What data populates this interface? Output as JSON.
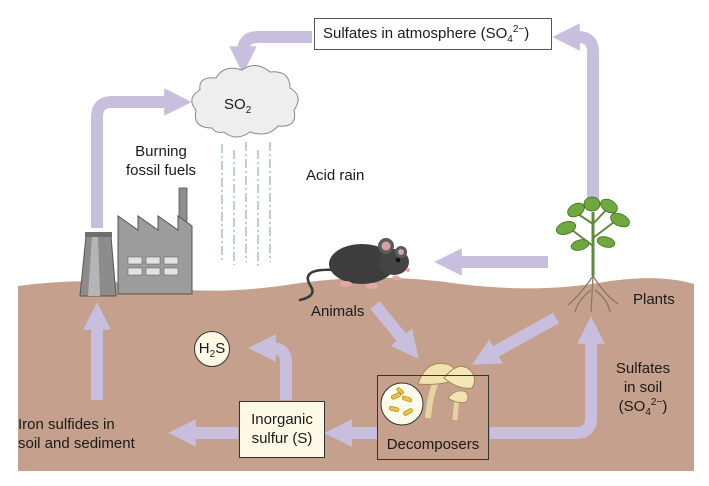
{
  "colors": {
    "soil": "#c5a08c",
    "arrow": "#c7bfdd",
    "box_fill": "#fdf9e6",
    "cloud": "#eeeeee",
    "rain": "#9eb4c9"
  },
  "labels": {
    "atmosphere": {
      "text": "Sulfates in atmosphere (SO",
      "sub": "4",
      "sup": "2−",
      "close": ")"
    },
    "so2": {
      "text": "SO",
      "sub": "2"
    },
    "burning_1": "Burning",
    "burning_2": "fossil fuels",
    "acid_rain": "Acid rain",
    "animals": "Animals",
    "plants": "Plants",
    "h2s": {
      "pre": "H",
      "sub": "2",
      "post": "S"
    },
    "inorganic_1": "Inorganic",
    "inorganic_2": "sulfur (S)",
    "decomposers": "Decomposers",
    "soil_sulfates_1": "Sulfates",
    "soil_sulfates_2": "in soil",
    "soil_sulfates_3": {
      "text": "(SO",
      "sub": "4",
      "sup": "2−",
      "close": ")"
    },
    "iron_1": "Iron sulfides in",
    "iron_2": "soil and sediment"
  },
  "icons": [
    "cloud-icon",
    "factory-icon",
    "smokestack-icon",
    "rain-icon",
    "mouse-icon",
    "plant-icon",
    "mushroom-icon",
    "bacteria-icon"
  ]
}
